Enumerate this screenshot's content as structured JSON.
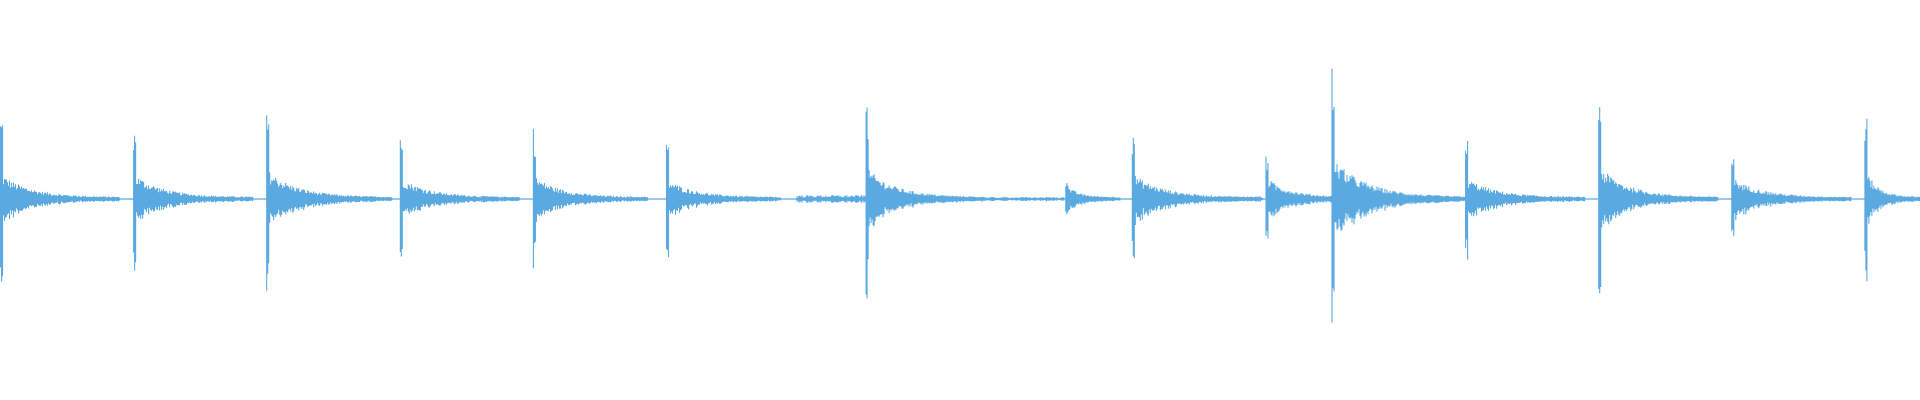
{
  "waveform": {
    "color": "#5aa9e0",
    "baseline_color": "#5aa9e0",
    "duration_s": 35.2,
    "center_amplitude": 0,
    "amplitude_range": [
      -1,
      1
    ],
    "onsets": [
      {
        "t": 0.0,
        "peak": 0.43,
        "decay_s": 2.2,
        "body": 0.12
      },
      {
        "t": 2.44,
        "peak": 0.36,
        "decay_s": 2.2,
        "body": 0.12
      },
      {
        "t": 4.88,
        "peak": 0.46,
        "decay_s": 2.3,
        "body": 0.14
      },
      {
        "t": 7.33,
        "peak": 0.31,
        "decay_s": 2.2,
        "body": 0.1
      },
      {
        "t": 9.77,
        "peak": 0.38,
        "decay_s": 2.1,
        "body": 0.11
      },
      {
        "t": 12.21,
        "peak": 0.28,
        "decay_s": 2.1,
        "body": 0.09
      },
      {
        "t": 15.87,
        "peak": 0.5,
        "decay_s": 2.2,
        "body": 0.15
      },
      {
        "t": 19.53,
        "peak": 0.11,
        "decay_s": 1.0,
        "body": 0.06
      },
      {
        "t": 20.75,
        "peak": 0.4,
        "decay_s": 2.3,
        "body": 0.12
      },
      {
        "t": 23.2,
        "peak": 0.24,
        "decay_s": 1.8,
        "body": 0.1
      },
      {
        "t": 24.41,
        "peak": 0.68,
        "decay_s": 2.6,
        "body": 0.2
      },
      {
        "t": 26.86,
        "peak": 0.3,
        "decay_s": 2.2,
        "body": 0.1
      },
      {
        "t": 29.3,
        "peak": 0.58,
        "decay_s": 2.2,
        "body": 0.16
      },
      {
        "t": 31.74,
        "peak": 0.26,
        "decay_s": 2.2,
        "body": 0.1
      },
      {
        "t": 34.18,
        "peak": 0.49,
        "decay_s": 1.1,
        "body": 0.14
      }
    ],
    "noise_floor": [
      {
        "t_start": 14.6,
        "t_end": 15.85,
        "level": 0.015
      },
      {
        "t_start": 17.0,
        "t_end": 19.5,
        "level": 0.008
      },
      {
        "t_start": 22.4,
        "t_end": 23.15,
        "level": 0.01
      }
    ]
  }
}
